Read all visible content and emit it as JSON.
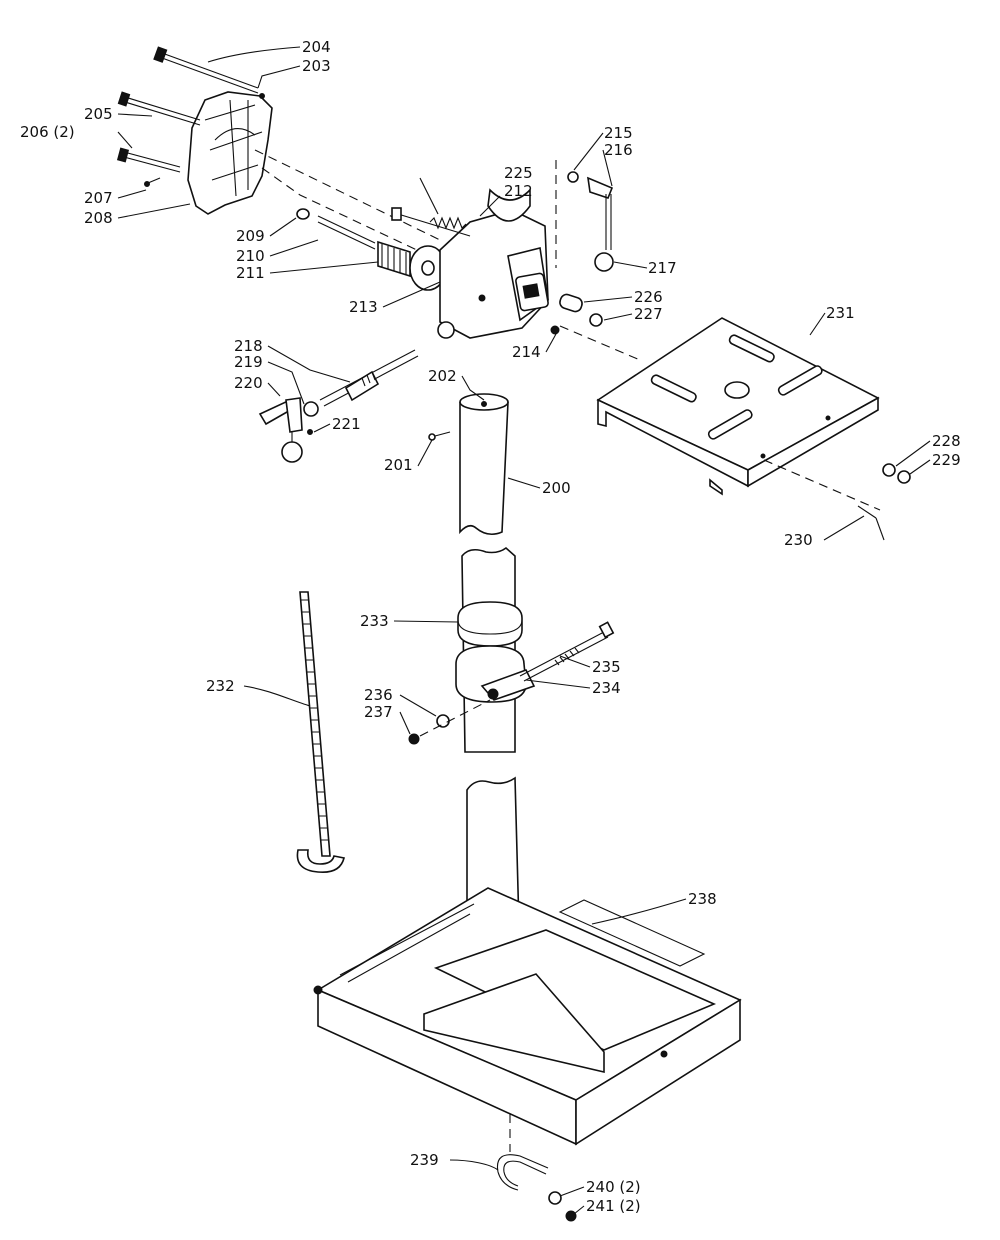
{
  "labels": {
    "p200": "200",
    "p201": "201",
    "p202": "202",
    "p203": "203",
    "p204": "204",
    "p205": "205",
    "p206": "206 (2)",
    "p207": "207",
    "p208": "208",
    "p209": "209",
    "p210": "210",
    "p211": "211",
    "p212": "212",
    "p213": "213",
    "p214": "214",
    "p215": "215",
    "p216": "216",
    "p217": "217",
    "p218": "218",
    "p219": "219",
    "p220": "220",
    "p221": "221",
    "p225": "225",
    "p226": "226",
    "p227": "227",
    "p228": "228",
    "p229": "229",
    "p230": "230",
    "p231": "231",
    "p232": "232",
    "p233": "233",
    "p234": "234",
    "p235": "235",
    "p236": "236",
    "p237": "237",
    "p238": "238",
    "p239": "239",
    "p240": "240 (2)",
    "p241": "241 (2)"
  }
}
